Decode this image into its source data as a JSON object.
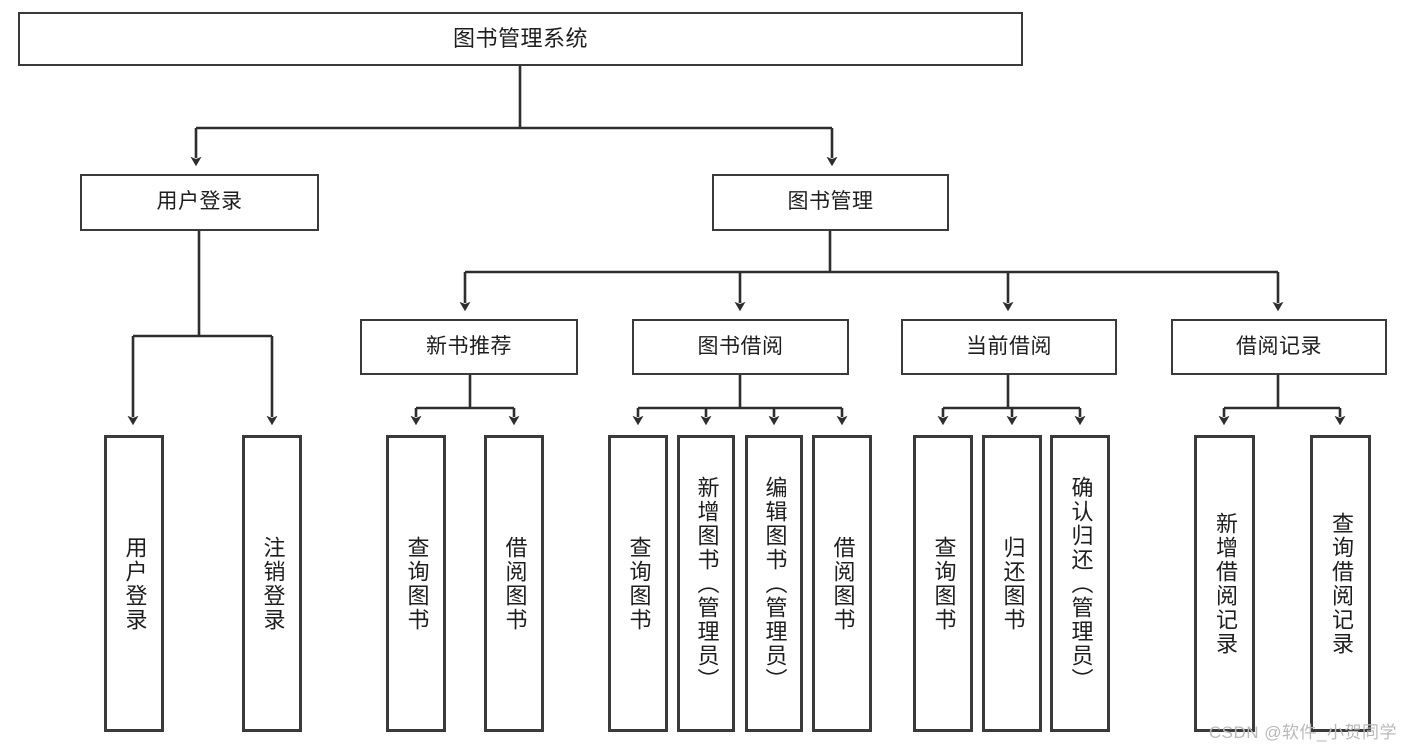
{
  "diagram": {
    "title": "图书管理系统",
    "style": {
      "border_color": "#3a3a3a",
      "fill_color": "#ffffff",
      "text_color": "#1e1e1e",
      "background": "#ffffff",
      "watermark_color": "#b9b9b9"
    },
    "root": {
      "label": "图书管理系统"
    },
    "level2": [
      {
        "label": "用户登录"
      },
      {
        "label": "图书管理"
      }
    ],
    "level3": [
      {
        "label": "新书推荐"
      },
      {
        "label": "图书借阅"
      },
      {
        "label": "当前借阅"
      },
      {
        "label": "借阅记录"
      }
    ],
    "leaves": [
      {
        "label": "用户登录",
        "parent": "用户登录"
      },
      {
        "label": "注销登录",
        "parent": "用户登录"
      },
      {
        "label": "查询图书",
        "parent": "新书推荐"
      },
      {
        "label": "借阅图书",
        "parent": "新书推荐"
      },
      {
        "label": "查询图书",
        "parent": "图书借阅"
      },
      {
        "label": "新增图书（管理员）",
        "parent": "图书借阅"
      },
      {
        "label": "编辑图书（管理员）",
        "parent": "图书借阅"
      },
      {
        "label": "借阅图书",
        "parent": "图书借阅"
      },
      {
        "label": "查询图书",
        "parent": "当前借阅"
      },
      {
        "label": "归还图书",
        "parent": "当前借阅"
      },
      {
        "label": "确认归还（管理员）",
        "parent": "当前借阅"
      },
      {
        "label": "新增借阅记录",
        "parent": "借阅记录"
      },
      {
        "label": "查询借阅记录",
        "parent": "借阅记录"
      }
    ]
  },
  "watermark": {
    "text": "CSDN @软件_小贺同学"
  }
}
